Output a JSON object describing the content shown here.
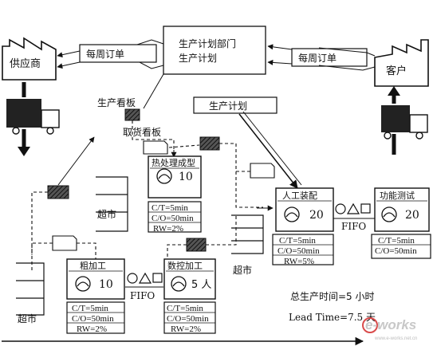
{
  "supplier": {
    "label": "供应商"
  },
  "customer": {
    "label": "客户"
  },
  "planning": {
    "line1": "生产计划部门",
    "line2": "生产计划"
  },
  "weekly_order_left": "每周订单",
  "weekly_order_right": "每周订单",
  "production_plan_label": "生产计划",
  "production_kanban_label": "生产看板",
  "withdrawal_kanban_label": "取货看板",
  "supermarket_label": "超市",
  "fifo_label": "FIFO",
  "processes": {
    "heat_treat": {
      "name": "热处理成型",
      "count": "10",
      "ct": "C/T=5min",
      "co": "C/O=50min",
      "rw": "RW=2%"
    },
    "rough": {
      "name": "粗加工",
      "count": "10",
      "ct": "C/T=5min",
      "co": "C/O=50min",
      "rw": "RW=2%"
    },
    "cnc": {
      "name": "数控加工",
      "count": "5 人",
      "ct": "C/T=5min",
      "co": "C/O=50min",
      "rw": "RW=2%"
    },
    "assembly": {
      "name": "人工装配",
      "count": "20",
      "ct": "C/T=5min",
      "co": "C/O=50min",
      "rw": "RW=5%"
    },
    "test": {
      "name": "功能测试",
      "count": "20",
      "ct": "C/T=5min",
      "co": "C/O=50min"
    }
  },
  "totals": {
    "production_time": "总生产时间=5 小时",
    "lead_time": "Lead Time=7.5 天"
  },
  "watermark": {
    "main": "e-works",
    "sub": "www.e-works.net.cn"
  }
}
